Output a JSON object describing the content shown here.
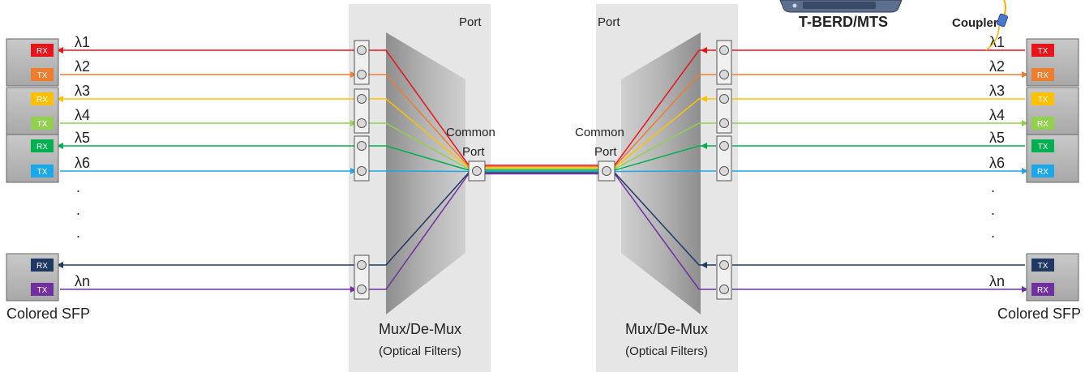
{
  "left_mux": {
    "port_label": "Port",
    "common_port_label_line1": "Common",
    "common_port_label_line2": "Port",
    "name": "Mux/De-Mux",
    "subtitle": "(Optical Filters)"
  },
  "right_mux": {
    "port_label": "Port",
    "common_port_label_line1": "Common",
    "common_port_label_line2": "Port",
    "name": "Mux/De-Mux",
    "subtitle": "(Optical Filters)"
  },
  "tester": {
    "name": "T-BERD/MTS",
    "coupler_label": "Coupler"
  },
  "left_caption": "Colored SFP",
  "right_caption": "Colored SFP",
  "ellipsis": ".",
  "channels": [
    {
      "wavelength": "λ1",
      "color": "#e8141c",
      "left_port": "RX",
      "right_port": "TX",
      "dir": "to-left"
    },
    {
      "wavelength": "λ2",
      "color": "#ee7d30",
      "left_port": "TX",
      "right_port": "RX",
      "dir": "to-right"
    },
    {
      "wavelength": "λ3",
      "color": "#ffc000",
      "left_port": "RX",
      "right_port": "TX",
      "dir": "to-left"
    },
    {
      "wavelength": "λ4",
      "color": "#92d050",
      "left_port": "TX",
      "right_port": "RX",
      "dir": "to-right"
    },
    {
      "wavelength": "λ5",
      "color": "#00b050",
      "left_port": "RX",
      "right_port": "TX",
      "dir": "to-left"
    },
    {
      "wavelength": "λ6",
      "color": "#1ba7e8",
      "left_port": "TX",
      "right_port": "RX",
      "dir": "to-right"
    },
    {
      "wavelength": "",
      "color": "#1f3864",
      "left_port": "RX",
      "right_port": "TX",
      "dir": "to-left"
    },
    {
      "wavelength": "λn",
      "color": "#7030a0",
      "left_port": "TX",
      "right_port": "RX",
      "dir": "to-right"
    }
  ]
}
